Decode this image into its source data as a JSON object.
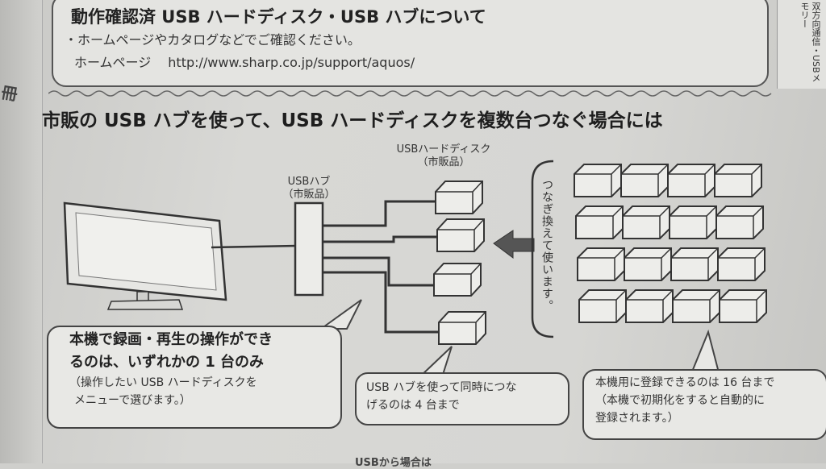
{
  "right_tab": {
    "text": "双方向通信・USBメモリー"
  },
  "spine_glyph": "冊",
  "top_box": {
    "title": "動作確認済 USB ハードディスク・USB ハブについて",
    "line1": "・ホームページやカタログなどでご確認ください。",
    "line2": "ホームページ　 http://www.sharp.co.jp/support/aquos/"
  },
  "section": {
    "title": "市販の USB ハブを使って、USB ハードディスクを複数台つなぐ場合には"
  },
  "labels": {
    "hdd_label_1": "USBハードディスク",
    "hdd_label_2": "（市販品）",
    "hub_label_1": "USBハブ",
    "hub_label_2": "（市販品）",
    "swap_note": "つなぎ換えて使います。"
  },
  "callouts": {
    "left": {
      "main_line1": "本機で録画・再生の操作ができ",
      "main_line2": "るのは、いずれかの 1 台のみ",
      "sub_line1": "（操作したい USB ハードディスクを",
      "sub_line2": "メニューで選びます。）"
    },
    "middle": {
      "line1": "USB ハブを使って同時につな",
      "line2": "げるのは 4 台まで"
    },
    "right": {
      "line1": "本機用に登録できるのは 16 台まで",
      "line2": "（本機で初期化をすると自動的に",
      "line3": "登録されます。）"
    }
  },
  "bottom_cut": "USBから場合は",
  "colors": {
    "paper": "#d6d6d3",
    "line": "#333333",
    "hdd_fill": "#ededea",
    "tv_fill": "#e6e6e3"
  }
}
